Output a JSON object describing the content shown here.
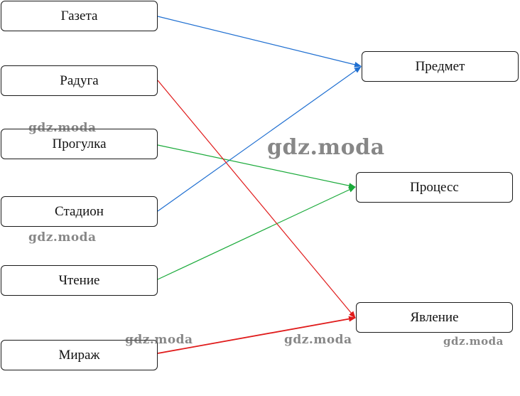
{
  "left_items": [
    "Газета",
    "Радуга",
    "Прогулка",
    "Стадион",
    "Чтение",
    "Мираж"
  ],
  "right_items": [
    "Предмет",
    "Процесс",
    "Явление"
  ],
  "connections": [
    {
      "from": "Газета",
      "to": "Предмет",
      "color": "#1f6fd1"
    },
    {
      "from": "Стадион",
      "to": "Предмет",
      "color": "#1f6fd1"
    },
    {
      "from": "Прогулка",
      "to": "Процесс",
      "color": "#1aaa3a"
    },
    {
      "from": "Чтение",
      "to": "Процесс",
      "color": "#1aaa3a"
    },
    {
      "from": "Радуга",
      "to": "Явление",
      "color": "#e01b1b"
    },
    {
      "from": "Мираж",
      "to": "Явление",
      "color": "#e01b1b"
    }
  ],
  "watermark": "gdz.moda"
}
